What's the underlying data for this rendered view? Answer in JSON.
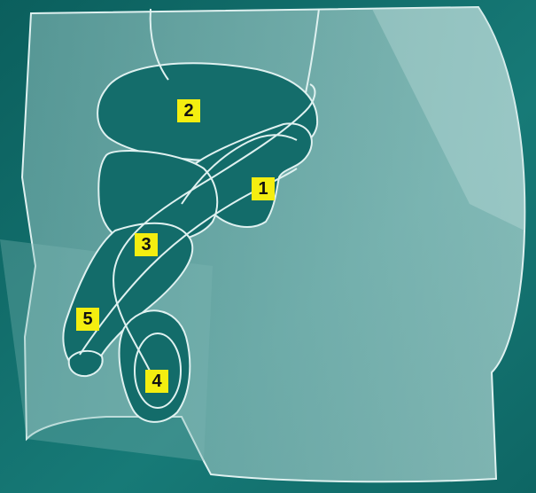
{
  "colors": {
    "background": "#0f6d6b",
    "silhouette": "#8fc1bf",
    "organ": "#136c6a",
    "outline": "#dff1f0",
    "marker": "#f4ee10"
  },
  "labels": [
    {
      "id": "1",
      "text": "1"
    },
    {
      "id": "2",
      "text": "2"
    },
    {
      "id": "3",
      "text": "3"
    },
    {
      "id": "4",
      "text": "4"
    },
    {
      "id": "5",
      "text": "5"
    }
  ]
}
